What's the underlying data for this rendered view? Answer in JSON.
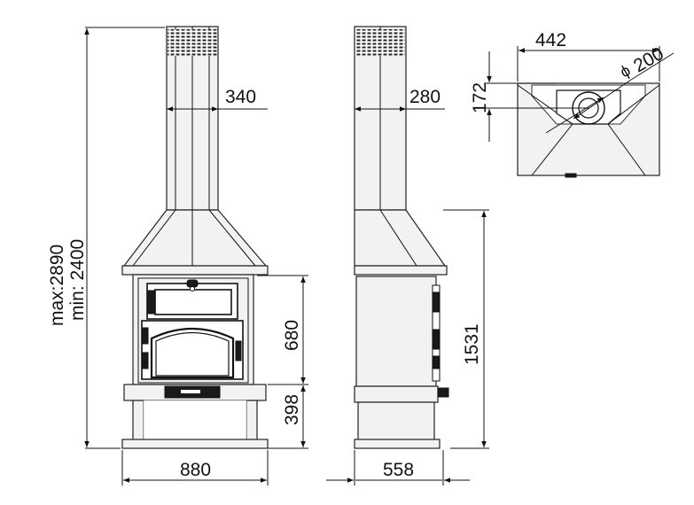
{
  "dimensions": {
    "height_max": "max:2890",
    "height_min": "min: 2400",
    "chimney_width_front": "340",
    "chimney_width_side": "280",
    "body_front_height": "680",
    "base_front_height": "398",
    "total_side_height": "1531",
    "front_width": "880",
    "side_width": "558",
    "top_width": "442",
    "top_depth": "172",
    "flue_diameter": "200",
    "diameter_symbol": "ϕ"
  }
}
